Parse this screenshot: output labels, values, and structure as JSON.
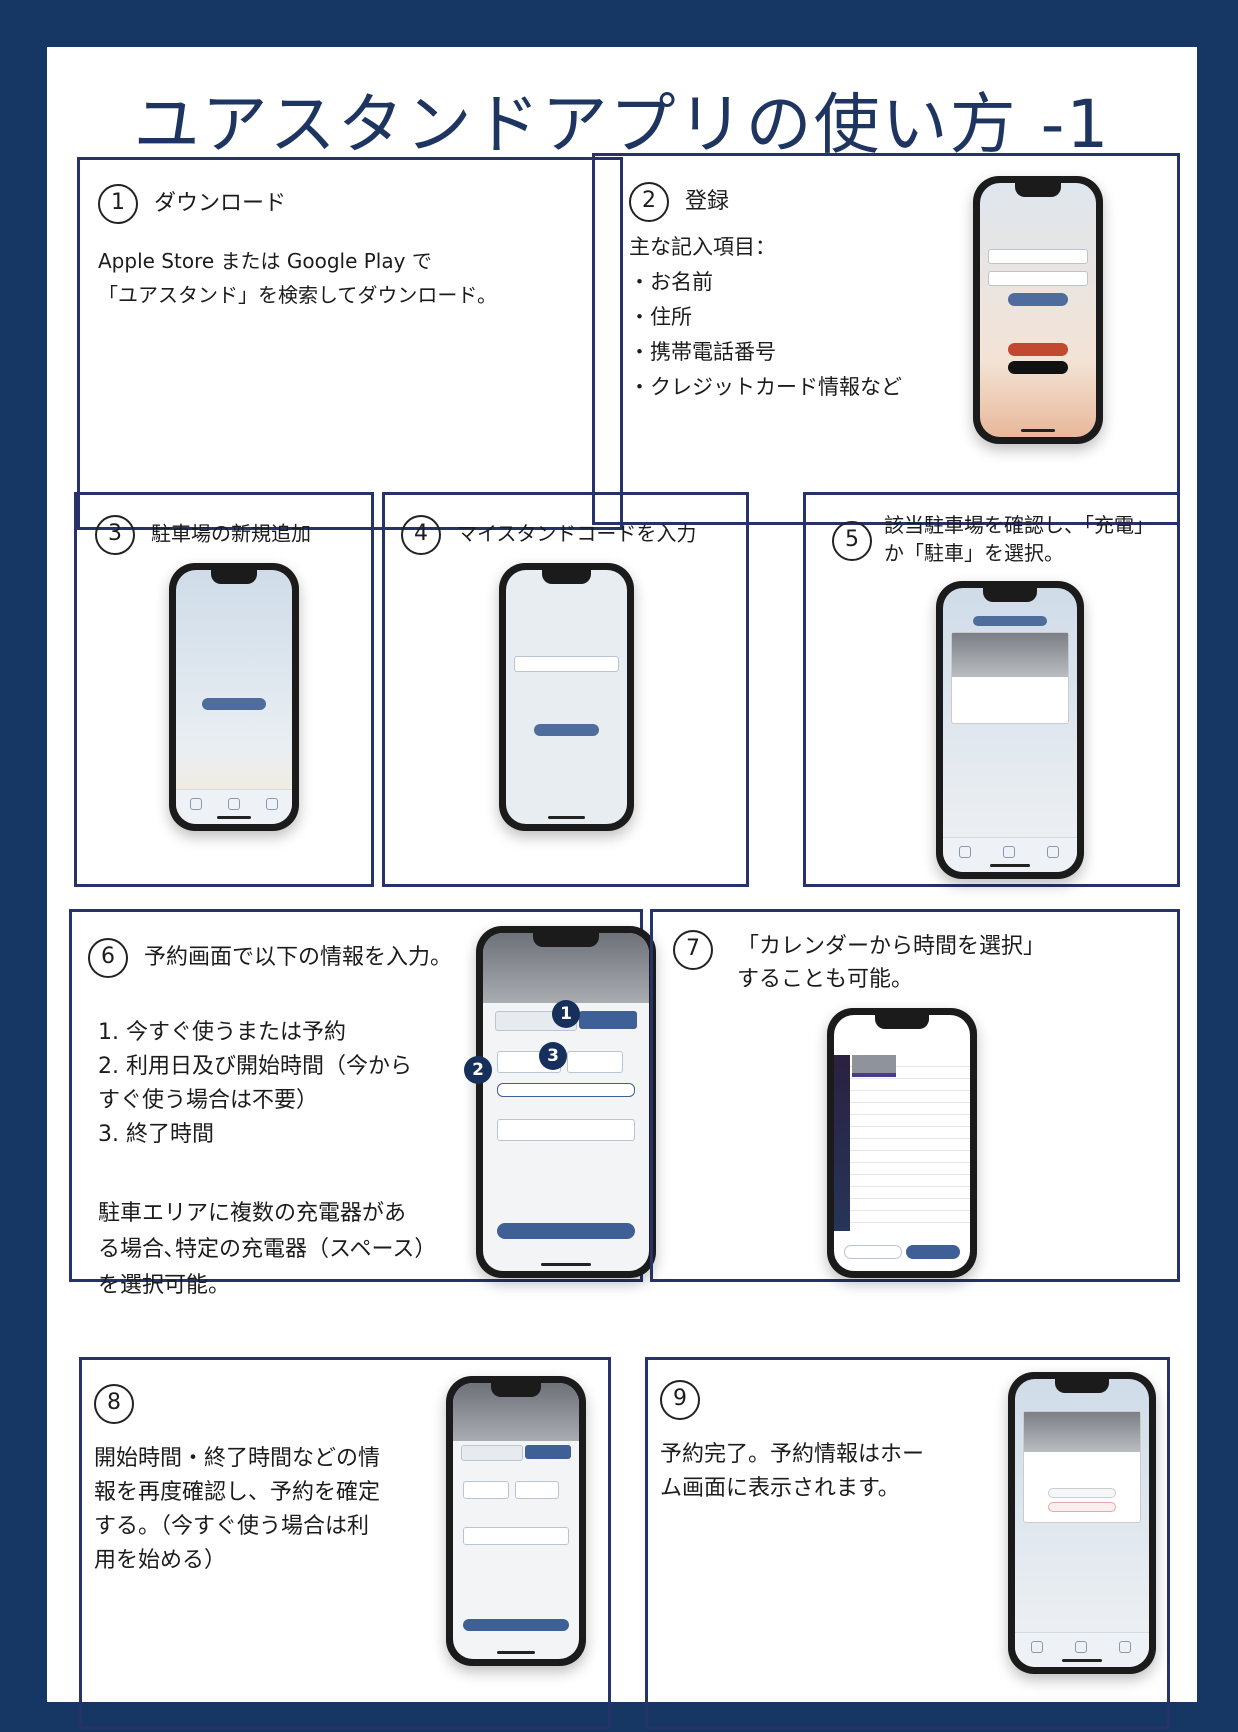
{
  "title": "ユアスタンドアプリの使い方 -1",
  "steps": {
    "s1": {
      "num": "1",
      "heading": "ダウンロード",
      "lines": [
        "Apple Store または Google Play で",
        "「ユアスタンド」を検索してダウンロード。"
      ]
    },
    "s2": {
      "num": "2",
      "heading": "登録",
      "lines": [
        "主な記入項目：",
        "・お名前",
        "・住所",
        "・携帯電話番号",
        "・クレジットカード情報など"
      ]
    },
    "s3": {
      "num": "3",
      "heading": "駐車場の新規追加"
    },
    "s4": {
      "num": "4",
      "heading": "マイスタンドコードを入力"
    },
    "s5": {
      "num": "5",
      "heading_lines": [
        "該当駐車場を確認し、「充電」",
        "か「駐車」を選択。"
      ]
    },
    "s6": {
      "num": "6",
      "heading": "予約画面で以下の情報を入力。",
      "lines": [
        "1. 今すぐ使うまたは予約",
        "2. 利用日及び開始時間（今から",
        "すぐ使う場合は不要）",
        "3. 終了時間"
      ],
      "note_lines": [
        "駐車エリアに複数の充電器があ",
        "る場合､特定の充電器（スペース）",
        "を選択可能。"
      ]
    },
    "s7": {
      "num": "7",
      "heading_lines": [
        "「カレンダーから時間を選択」",
        "することも可能。"
      ]
    },
    "s8": {
      "num": "8",
      "lines": [
        "開始時間・終了時間などの情",
        "報を再度確認し、予約を確定",
        "する。（今すぐ使う場合は利",
        "用を始める）"
      ]
    },
    "s9": {
      "num": "9",
      "lines": [
        "予約完了。予約情報はホー",
        "ム画面に表示されます。"
      ]
    }
  },
  "markers": [
    "1",
    "2",
    "3"
  ],
  "colors": {
    "background": "#163663",
    "frame": "#26336a",
    "title": "#1d3560",
    "accent": "#3f5f97"
  }
}
